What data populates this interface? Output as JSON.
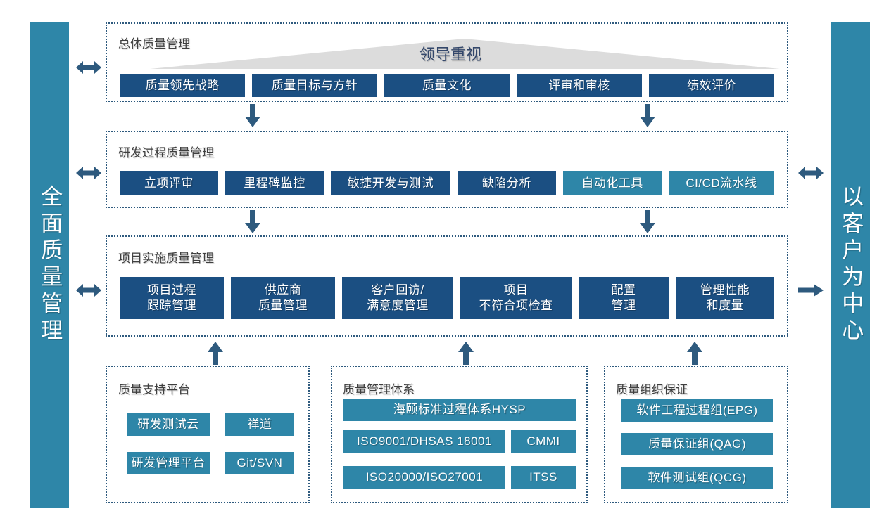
{
  "colors": {
    "navy": "#1B4F82",
    "teal": "#2E86A8",
    "arrow": "#2E5A7E",
    "banner": "#DCDCDC",
    "banner_text": "#33476b",
    "panel_border": "#2E5A7E",
    "panel_title": "#3f3f3f"
  },
  "pillars": {
    "left": "全面质量管理",
    "right": "以客户为中心"
  },
  "banner": {
    "label": "领导重视"
  },
  "sections": {
    "overall": {
      "title": "总体质量管理",
      "boxes": [
        {
          "label": "质量领先战略",
          "style": "navy"
        },
        {
          "label": "质量目标与方针",
          "style": "navy"
        },
        {
          "label": "质量文化",
          "style": "navy"
        },
        {
          "label": "评审和审核",
          "style": "navy"
        },
        {
          "label": "绩效评价",
          "style": "navy"
        }
      ]
    },
    "rd": {
      "title": "研发过程质量管理",
      "boxes": [
        {
          "label": "立项评审",
          "style": "navy"
        },
        {
          "label": "里程碑监控",
          "style": "navy"
        },
        {
          "label": "敏捷开发与测试",
          "style": "navy"
        },
        {
          "label": "缺陷分析",
          "style": "navy"
        },
        {
          "label": "自动化工具",
          "style": "teal"
        },
        {
          "label": "CI/CD流水线",
          "style": "teal"
        }
      ]
    },
    "project": {
      "title": "项目实施质量管理",
      "boxes": [
        {
          "label": "项目过程\n跟踪管理",
          "style": "navy"
        },
        {
          "label": "供应商\n质量管理",
          "style": "navy"
        },
        {
          "label": "客户回访/\n满意度管理",
          "style": "navy"
        },
        {
          "label": "项目\n不符合项检查",
          "style": "navy"
        },
        {
          "label": "配置\n管理",
          "style": "navy"
        },
        {
          "label": "管理性能\n和度量",
          "style": "navy"
        }
      ]
    },
    "support": {
      "title": "质量支持平台",
      "boxes": [
        {
          "label": "研发测试云",
          "style": "teal"
        },
        {
          "label": "禅道",
          "style": "teal"
        },
        {
          "label": "研发管理平台",
          "style": "teal"
        },
        {
          "label": "Git/SVN",
          "style": "teal"
        }
      ]
    },
    "system": {
      "title": "质量管理体系",
      "boxes": [
        {
          "label": "海颐标准过程体系HYSP",
          "style": "teal"
        },
        {
          "label": "ISO9001/DHSAS 18001",
          "style": "teal"
        },
        {
          "label": "CMMI",
          "style": "teal"
        },
        {
          "label": "ISO20000/ISO27001",
          "style": "teal"
        },
        {
          "label": "ITSS",
          "style": "teal"
        }
      ]
    },
    "org": {
      "title": "质量组织保证",
      "boxes": [
        {
          "label": "软件工程过程组(EPG)",
          "style": "teal"
        },
        {
          "label": "质量保证组(QAG)",
          "style": "teal"
        },
        {
          "label": "软件测试组(QCG)",
          "style": "teal"
        }
      ]
    }
  },
  "arrows": [
    {
      "name": "left-arrow-overall",
      "direction": "both"
    },
    {
      "name": "left-arrow-rd",
      "direction": "both"
    },
    {
      "name": "left-arrow-project",
      "direction": "both"
    },
    {
      "name": "right-arrow-rd",
      "direction": "both"
    },
    {
      "name": "right-arrow-project",
      "direction": "right"
    },
    {
      "name": "down-arrow-overall-to-rd-left",
      "direction": "down"
    },
    {
      "name": "down-arrow-overall-to-rd-right",
      "direction": "down"
    },
    {
      "name": "down-arrow-rd-to-project-left",
      "direction": "down"
    },
    {
      "name": "down-arrow-rd-to-project-right",
      "direction": "down"
    },
    {
      "name": "up-arrow-support-to-project",
      "direction": "up"
    },
    {
      "name": "up-arrow-system-to-project",
      "direction": "up"
    },
    {
      "name": "up-arrow-org-to-project",
      "direction": "up"
    }
  ]
}
